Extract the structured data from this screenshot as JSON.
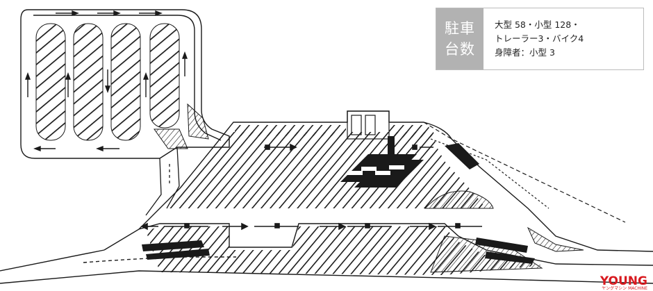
{
  "legend": {
    "label_line1": "駐車",
    "label_line2": "台数",
    "line1": "大型 58・小型 128・",
    "line2": "トレーラー3・バイク4",
    "line3": "身障者：小型 3"
  },
  "watermark": {
    "main": "YOUNG",
    "sub": "ヤングマシン MACHINE"
  },
  "colors": {
    "line": "#1a1a1a",
    "legend_label_bg": "#b2b2b2",
    "watermark": "#d8191f"
  }
}
